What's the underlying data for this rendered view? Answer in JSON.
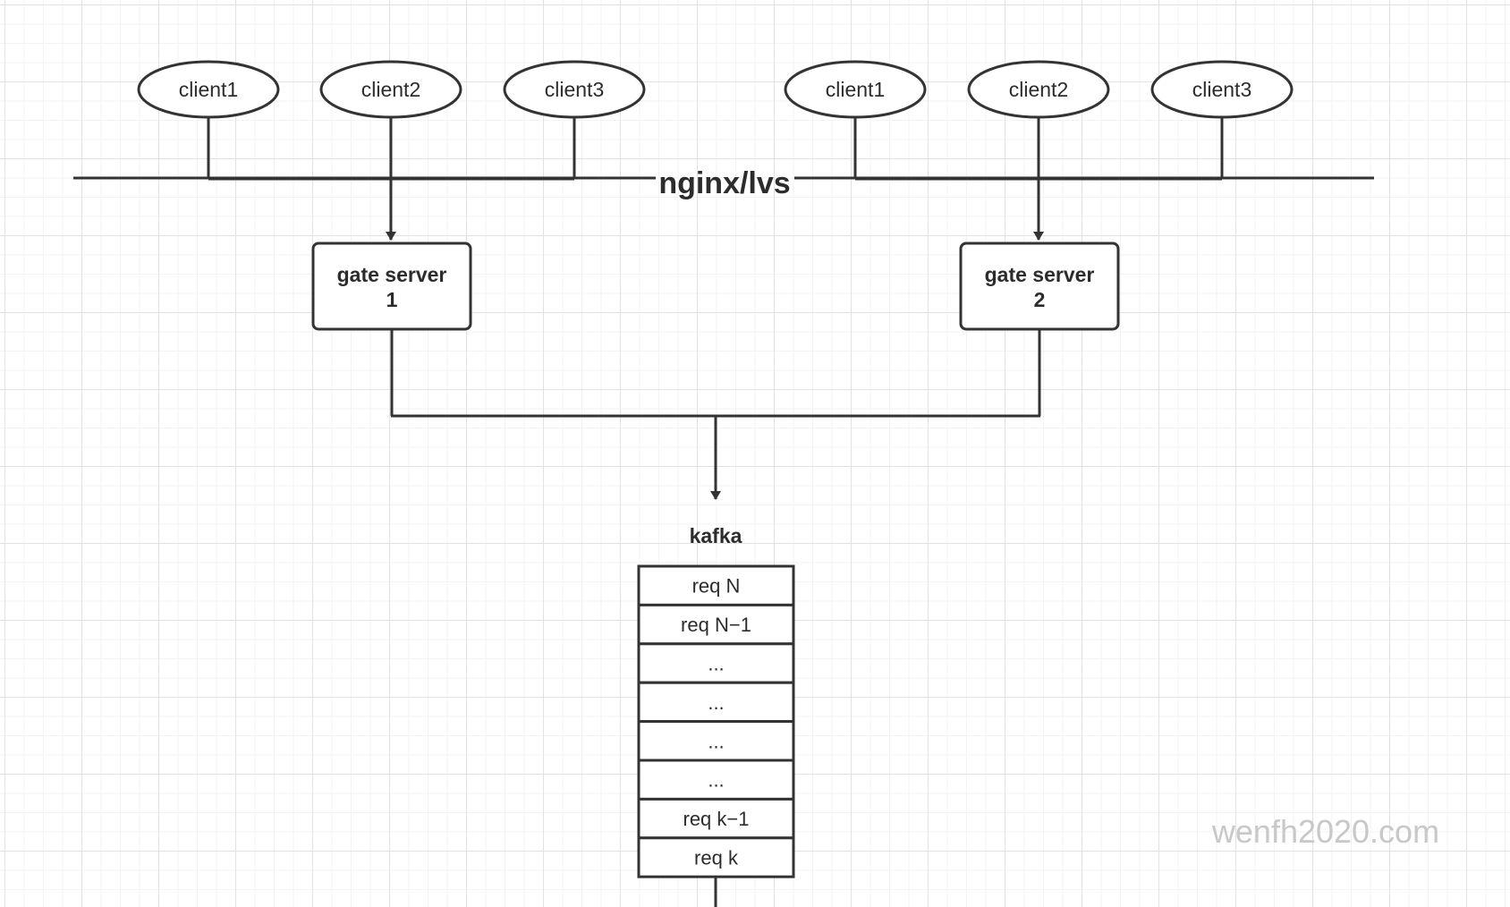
{
  "bar": {
    "label": "nginx/lvs"
  },
  "left_clients": [
    "client1",
    "client2",
    "client3"
  ],
  "right_clients": [
    "client1",
    "client2",
    "client3"
  ],
  "gate_servers": [
    {
      "line1": "gate server",
      "line2": "1"
    },
    {
      "line1": "gate server",
      "line2": "2"
    }
  ],
  "kafka": {
    "title": "kafka",
    "queue": [
      "req N",
      "req N−1",
      "...",
      "...",
      "...",
      "...",
      "req k−1",
      "req k"
    ]
  },
  "watermark": "wenfh2020.com"
}
